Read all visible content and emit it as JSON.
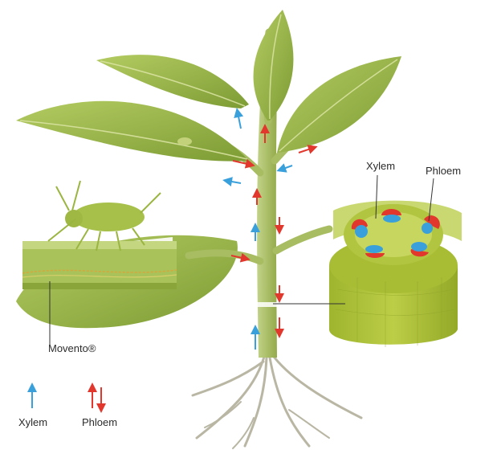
{
  "labels": {
    "xylem_cross_section": "Xylem",
    "phloem_cross_section": "Phloem",
    "product": "Movento®"
  },
  "legend": {
    "xylem": "Xylem",
    "phloem": "Phloem",
    "xylem_color": "#3aa0dc",
    "phloem_color": "#e2372c"
  },
  "colors": {
    "leaf": "#9ab54a",
    "leaf_dark": "#6f8f2a",
    "stem": "#a8bd62",
    "root": "#b9b7a4",
    "cylinder": "#b6c83e",
    "cylinder_side": "#9db32e"
  }
}
